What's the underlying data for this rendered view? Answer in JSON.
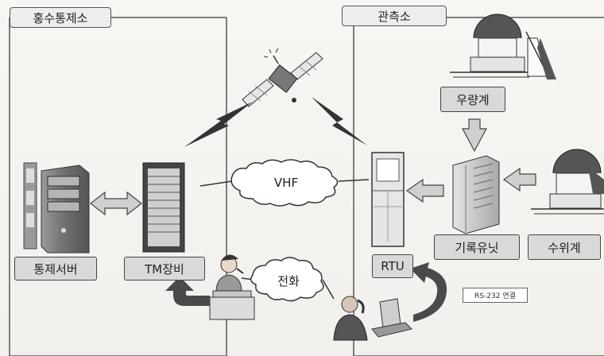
{
  "regions": {
    "left_title": "홍수통제소",
    "right_title": "관측소"
  },
  "nodes": {
    "control_server": "통제서버",
    "tm_equipment": "TM장비",
    "rtu": "RTU",
    "rain_gauge": "우량계",
    "recorder_unit": "기록유닛",
    "water_level_gauge": "수위계"
  },
  "links": {
    "vhf": "VHF",
    "phone": "전화",
    "rs232": "RS-232 연결"
  },
  "colors": {
    "border": "#555555",
    "label_box": "#d9d9d7",
    "arrow_fill": "#cfcfcd",
    "curved_arrow": "#4a4a4a"
  }
}
